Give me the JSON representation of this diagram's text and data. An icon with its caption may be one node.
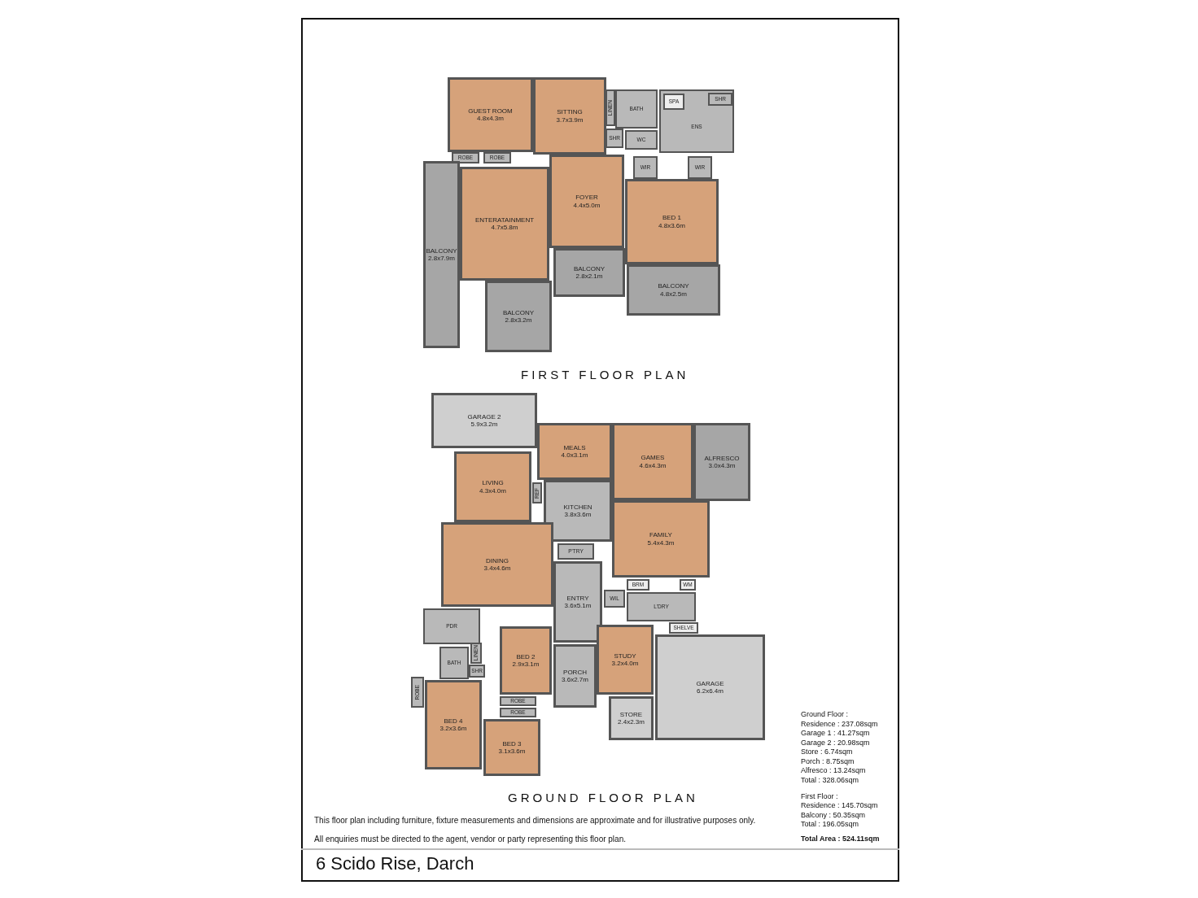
{
  "diagram": {
    "caption": "6 Scido Rise, Darch",
    "nodes": [
      {
        "text": [
          "GUEST ROOM",
          "4.8x4.3m"
        ]
      },
      {
        "text": [
          "SITTING",
          "3.7x3.9m"
        ]
      },
      {
        "text": [
          "LINEN"
        ]
      },
      {
        "text": [
          "BATH"
        ]
      },
      {
        "text": [
          "SHR"
        ]
      },
      {
        "text": [
          "WC"
        ]
      },
      {
        "text": [
          "ENS"
        ]
      },
      {
        "text": [
          "SPA"
        ],
        "in": 6
      },
      {
        "text": [
          "SHR"
        ],
        "in": 6
      },
      {
        "text": [
          "ROBE"
        ]
      },
      {
        "text": [
          "ROBE"
        ]
      },
      {
        "text": [
          "WIR"
        ]
      },
      {
        "text": [
          "WIR"
        ]
      },
      {
        "text": [
          "ENTERATAINMENT",
          "4.7x5.8m"
        ]
      },
      {
        "text": [
          "FOYER",
          "4.4x5.0m"
        ]
      },
      {
        "text": [
          "BED 1",
          "4.8x3.6m"
        ]
      },
      {
        "text": [
          "BALCONY",
          "2.8x7.9m"
        ]
      },
      {
        "text": [
          "BALCONY",
          "2.8x2.1m"
        ]
      },
      {
        "text": [
          "BALCONY",
          "4.8x2.5m"
        ]
      },
      {
        "text": [
          "BALCONY",
          "2.8x3.2m"
        ]
      },
      {
        "text": [
          "GARAGE 2",
          "5.9x3.2m"
        ]
      },
      {
        "text": [
          "MEALS",
          "4.0x3.1m"
        ]
      },
      {
        "text": [
          "GAMES",
          "4.6x4.3m"
        ]
      },
      {
        "text": [
          "ALFRESCO",
          "3.0x4.3m"
        ]
      },
      {
        "text": [
          "LIVING",
          "4.3x4.0m"
        ]
      },
      {
        "text": [
          "REF"
        ]
      },
      {
        "text": [
          "KITCHEN",
          "3.8x3.6m"
        ]
      },
      {
        "text": [
          "FAMILY",
          "5.4x4.3m"
        ]
      },
      {
        "text": [
          "DINING",
          "3.4x4.6m"
        ]
      },
      {
        "text": [
          "P'TRY"
        ]
      },
      {
        "text": [
          "BRM"
        ]
      },
      {
        "text": [
          "WM"
        ]
      },
      {
        "text": [
          "ENTRY",
          "3.6x5.1m"
        ]
      },
      {
        "text": [
          "WIL"
        ]
      },
      {
        "text": [
          "L'DRY"
        ]
      },
      {
        "text": [
          "PDR"
        ]
      },
      {
        "text": [
          "SHELVE"
        ]
      },
      {
        "text": [
          "BED 2",
          "2.9x3.1m"
        ]
      },
      {
        "text": [
          "STUDY",
          "3.2x4.0m"
        ]
      },
      {
        "text": [
          "GARAGE",
          "6.2x6.4m"
        ]
      },
      {
        "text": [
          "BATH"
        ]
      },
      {
        "text": [
          "LINEN"
        ]
      },
      {
        "text": [
          "SHR"
        ]
      },
      {
        "text": [
          "PORCH",
          "3.6x2.7m"
        ]
      },
      {
        "text": [
          "ROBE"
        ]
      },
      {
        "text": [
          "BED 4",
          "3.2x3.6m"
        ]
      },
      {
        "text": [
          "ROBE"
        ]
      },
      {
        "text": [
          "ROBE"
        ]
      },
      {
        "text": [
          "BED 3",
          "3.1x3.6m"
        ]
      },
      {
        "text": [
          "STORE",
          "2.4x2.3m"
        ]
      }
    ],
    "labels": [
      "FIRST FLOOR PLAN",
      "GROUND FLOOR PLAN",
      "Ground Floor :",
      "Residence : 237.08sqm",
      "Garage 1 : 41.27sqm",
      "Garage 2 : 20.98sqm",
      "Store : 6.74sqm",
      "Porch : 8.75sqm",
      "Alfresco : 13.24sqm",
      "Total : 328.06sqm",
      "First Floor :",
      "Residence : 145.70sqm",
      "Balcony : 50.35sqm",
      "Total : 196.05sqm",
      "Total Area : 524.11sqm",
      "This floor plan including furniture, fixture measurements and dimensions are approximate and for illustrative purposes only.",
      "All enquiries must be directed to the agent, vendor or party representing this floor plan."
    ]
  }
}
